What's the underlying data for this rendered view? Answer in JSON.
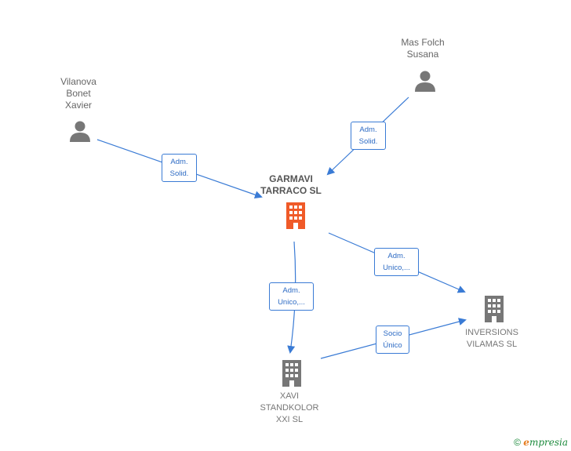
{
  "nodes": {
    "vilanova": {
      "label_lines": [
        "Vilanova",
        "Bonet",
        "Xavier"
      ],
      "type": "person"
    },
    "masfolch": {
      "label_lines": [
        "Mas Folch",
        "Susana"
      ],
      "type": "person"
    },
    "garmavi": {
      "label_lines": [
        "GARMAVI",
        "TARRACO  SL"
      ],
      "type": "company-main"
    },
    "inversions": {
      "label_lines": [
        "INVERSIONS",
        "VILAMAS  SL"
      ],
      "type": "company"
    },
    "xavi": {
      "label_lines": [
        "XAVI",
        "STANDKOLOR",
        "XXI SL"
      ],
      "type": "company"
    }
  },
  "edges": [
    {
      "from": "vilanova",
      "to": "garmavi",
      "label_lines": [
        "Adm.",
        "Solid."
      ]
    },
    {
      "from": "masfolch",
      "to": "garmavi",
      "label_lines": [
        "Adm.",
        "Solid."
      ]
    },
    {
      "from": "garmavi",
      "to": "inversions",
      "label_lines": [
        "Adm.",
        "Unico,..."
      ]
    },
    {
      "from": "garmavi",
      "to": "xavi",
      "label_lines": [
        "Adm.",
        "Unico,..."
      ]
    },
    {
      "from": "xavi",
      "to": "inversions",
      "label_lines": [
        "Socio",
        "Único"
      ]
    }
  ],
  "colors": {
    "edge": "#3a7bd5",
    "person": "#777777",
    "company": "#777777",
    "main_company": "#f05a28"
  },
  "brand": {
    "copyright": "©",
    "e": "e",
    "rest": "mpresia"
  }
}
